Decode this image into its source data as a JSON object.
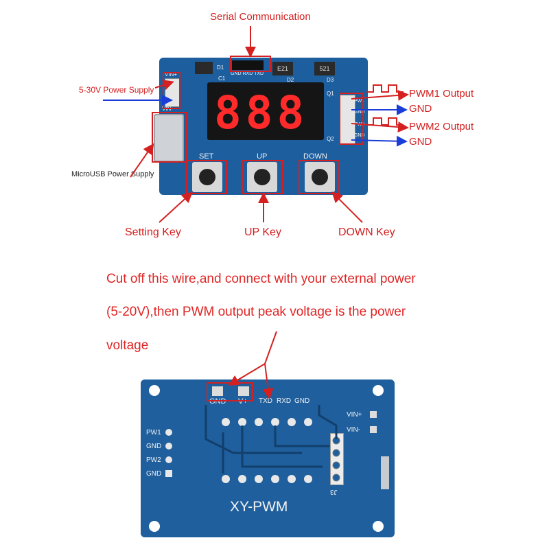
{
  "callouts": {
    "serial": "Serial Communication",
    "power_supply": "5-30V Power Supply",
    "microusb": "MicroUSB Power Supply",
    "pwm1": "PWM1 Output",
    "gnd1": "GND",
    "pwm2": "PWM2 Output",
    "gnd2": "GND",
    "setting_key": "Setting Key",
    "up_key": "UP Key",
    "down_key": "DOWN Key"
  },
  "front_board": {
    "vin_plus": "VIN+",
    "vin_minus": "VIN-",
    "serial_pins": "GND RXD TXD",
    "pw1": "PW1",
    "gnd_a": "GND",
    "pw2": "PW2",
    "gnd_b": "GND",
    "set": "SET",
    "up": "UP",
    "down": "DOWN",
    "display": "888",
    "d1": "D1",
    "d2": "D2",
    "d3": "D3",
    "q1": "Q1",
    "q2": "Q2",
    "c1": "C1",
    "chip1": "E21",
    "chip2": "521"
  },
  "note_lines": [
    "Cut off this wire,and connect with your external power",
    "(5-20V),then PWM output peak voltage is the power",
    "voltage"
  ],
  "back_board": {
    "gnd": "GND",
    "vplus": "V+",
    "txd": "TXD",
    "rxd": "RXD",
    "gnd_right": "GND",
    "vin_plus": "VIN+",
    "vin_minus": "VIN-",
    "pw1": "PW1",
    "gnd_a": "GND",
    "pw2": "PW2",
    "gnd_b": "GND",
    "j3": "J3",
    "title": "XY-PWM"
  },
  "colors": {
    "callout_red": "#d42020",
    "arrow_blue": "#1a3cd8",
    "pcb_blue": "#1d5e9e",
    "segment_red": "#ff2a2a"
  }
}
